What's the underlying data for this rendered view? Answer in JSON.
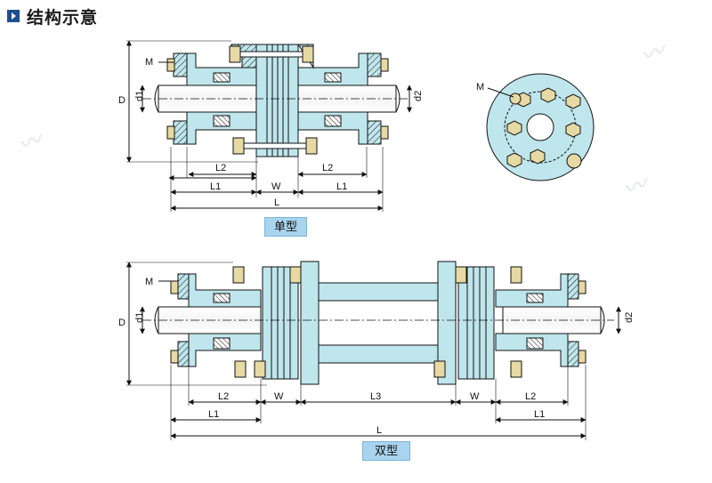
{
  "header": {
    "title": "结构示意",
    "icon": "play-square-icon"
  },
  "single": {
    "caption": "单型",
    "labels": {
      "M": "M",
      "D": "D",
      "d1": "d1",
      "d2": "d2",
      "L2": "L2",
      "L1": "L1",
      "W": "W",
      "L": "L"
    }
  },
  "double": {
    "caption": "双型",
    "labels": {
      "M": "M",
      "D": "D",
      "d1": "d1",
      "d2": "d2",
      "L2": "L2",
      "L1": "L1",
      "W": "W",
      "L3": "L3",
      "L": "L"
    }
  },
  "endview": {
    "M": "M"
  },
  "colors": {
    "part_fill": "#bfe6ec",
    "bolt_fill": "#e6d9a3",
    "line": "#111111",
    "header_icon": "#1f4e8c",
    "caption_bg": "#a9d4ee"
  }
}
